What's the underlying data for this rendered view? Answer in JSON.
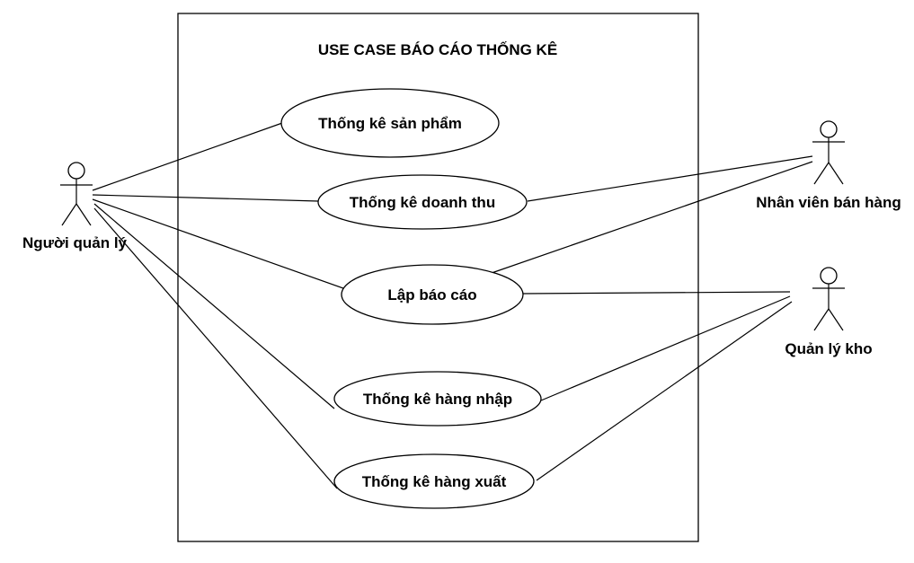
{
  "diagram": {
    "title": "USE CASE BÁO CÁO THỐNG KÊ",
    "use_cases": [
      "Thống kê sản phẩm",
      "Thống kê doanh thu",
      "Lập báo cáo",
      "Thống kê hàng nhập",
      "Thống kê hàng xuất"
    ],
    "actors": [
      "Người quản lý",
      "Nhân viên bán hàng",
      "Quản lý kho"
    ]
  }
}
